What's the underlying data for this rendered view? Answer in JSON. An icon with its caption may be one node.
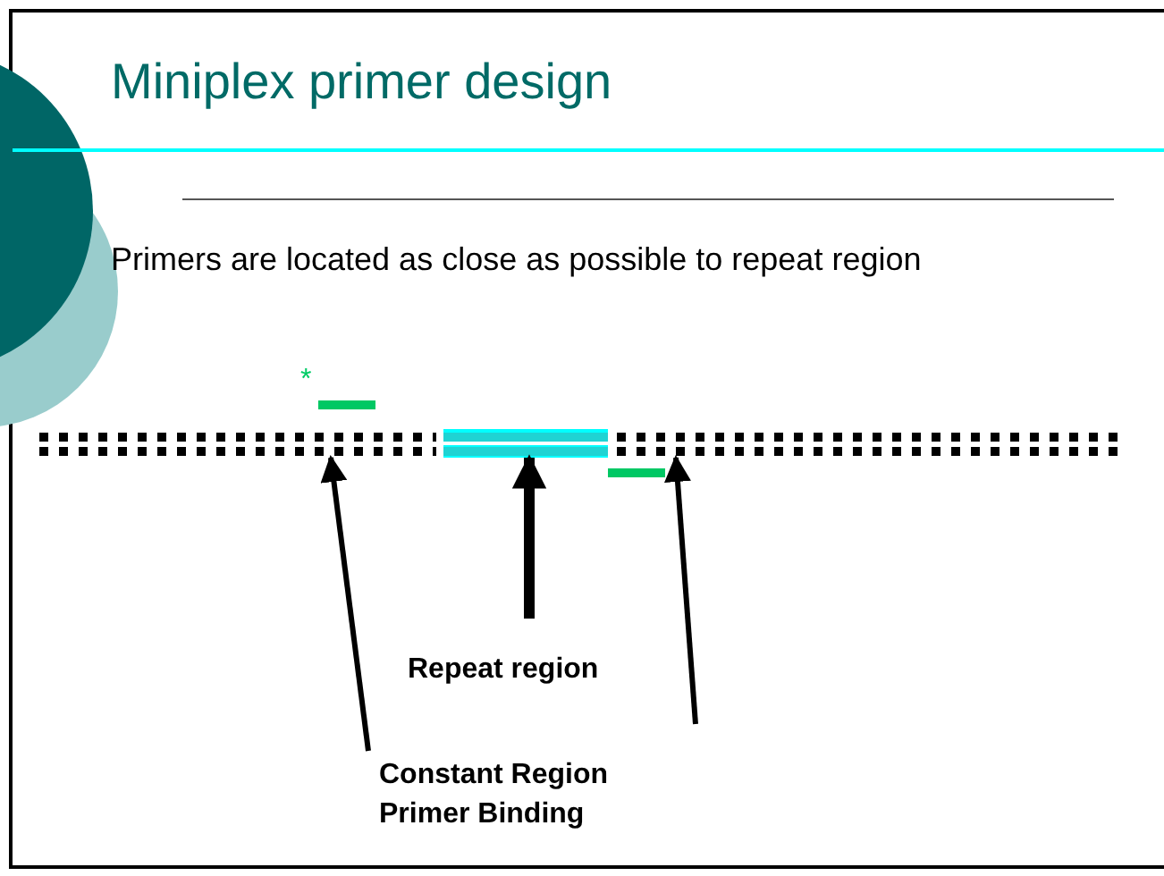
{
  "diagram": {
    "title": "Miniplex primer design",
    "nodes": [
      {
        "text": [
          "Repeat region"
        ]
      },
      {
        "text": [
          "Constant Region Primer Binding"
        ]
      },
      {
        "text": [],
        "shape": "bar"
      },
      {
        "text": [],
        "shape": "bar"
      },
      {
        "text": [],
        "shape": "bar"
      }
    ],
    "edges": [
      {
        "from": 0,
        "to": 3,
        "arrow": "to",
        "style": "thick"
      },
      {
        "from": 1,
        "to": 2,
        "arrow": "to"
      },
      {
        "from": 1,
        "to": 4,
        "arrow": "to"
      }
    ],
    "labels": [
      "Primers are located as close as possible to repeat region",
      "*"
    ]
  }
}
